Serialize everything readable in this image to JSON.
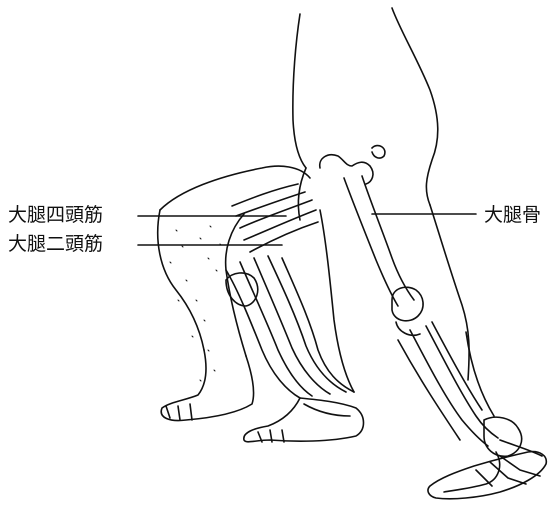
{
  "labels": {
    "quadriceps": "大腿四頭筋",
    "biceps_femoris": "大腿二頭筋",
    "femur": "大腿骨"
  },
  "colors": {
    "ink": "#111111",
    "background": "#ffffff"
  },
  "icons": [
    "leg-illustration",
    "skeleton-leg-illustration"
  ]
}
